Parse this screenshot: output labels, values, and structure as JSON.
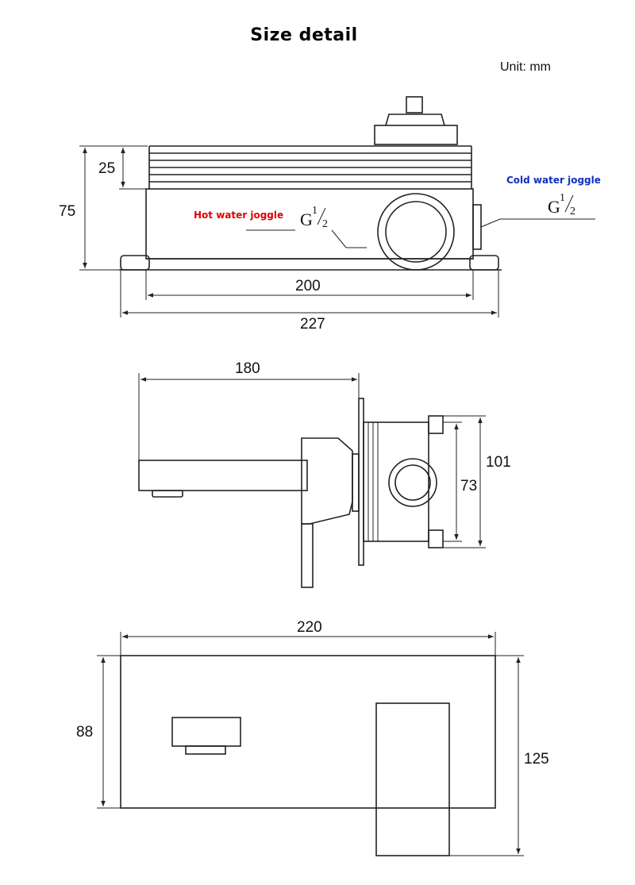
{
  "title": "Size detail",
  "unit": "Unit: mm",
  "labels": {
    "hot_water": "Hot water joggle",
    "cold_water": "Cold water joggle",
    "thread_main": "G",
    "thread_num": "1",
    "thread_den": "2"
  },
  "dimensions": {
    "top_view": {
      "cap_height": "25",
      "body_height": "75",
      "inner_width": "200",
      "outer_width": "227"
    },
    "side_view": {
      "spout_length": "180",
      "box_height": "101",
      "inner_height": "73"
    },
    "front_view": {
      "plate_width": "220",
      "plate_height": "88",
      "total_height": "125"
    }
  },
  "colors": {
    "hot": "#e00000",
    "cold": "#1030c0",
    "line": "#222222"
  }
}
